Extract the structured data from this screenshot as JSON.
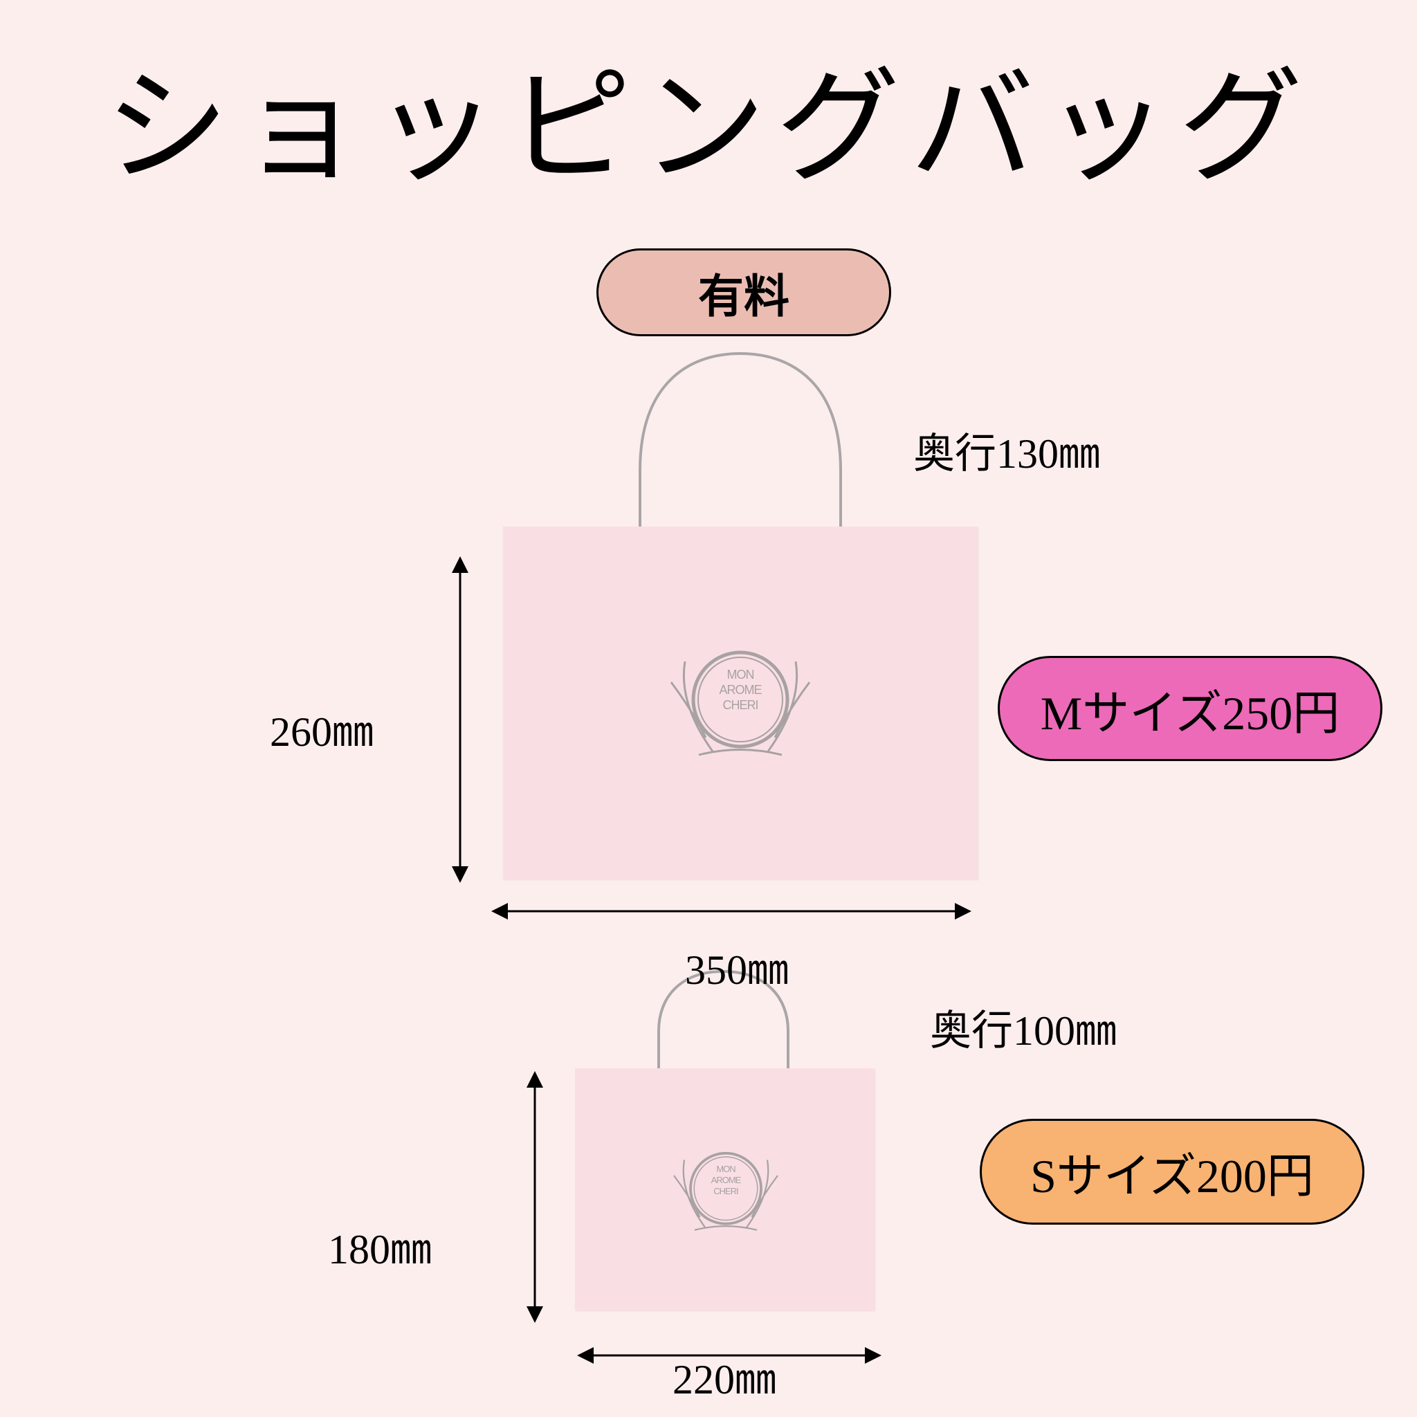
{
  "title": "ショッピングバッグ",
  "paid_badge": {
    "label": "有料",
    "color": "#ebbdb2"
  },
  "bag_m": {
    "depth": "奥行130㎜",
    "height": "260㎜",
    "width": "350㎜",
    "price_label": "Mサイズ250円",
    "price_color": "#ec6ab8",
    "logo": [
      "MON",
      "AROME",
      "CHERI"
    ]
  },
  "bag_s": {
    "depth": "奥行100㎜",
    "height": "180㎜",
    "width": "220㎜",
    "price_label": "Sサイズ200円",
    "price_color": "#f8b272",
    "logo": [
      "MON",
      "AROME",
      "CHERI"
    ]
  },
  "colors": {
    "background": "#fdeeee",
    "bag": "#f9dfe4",
    "handle": "#a9a6a6",
    "logo": "#a8a2a2"
  }
}
